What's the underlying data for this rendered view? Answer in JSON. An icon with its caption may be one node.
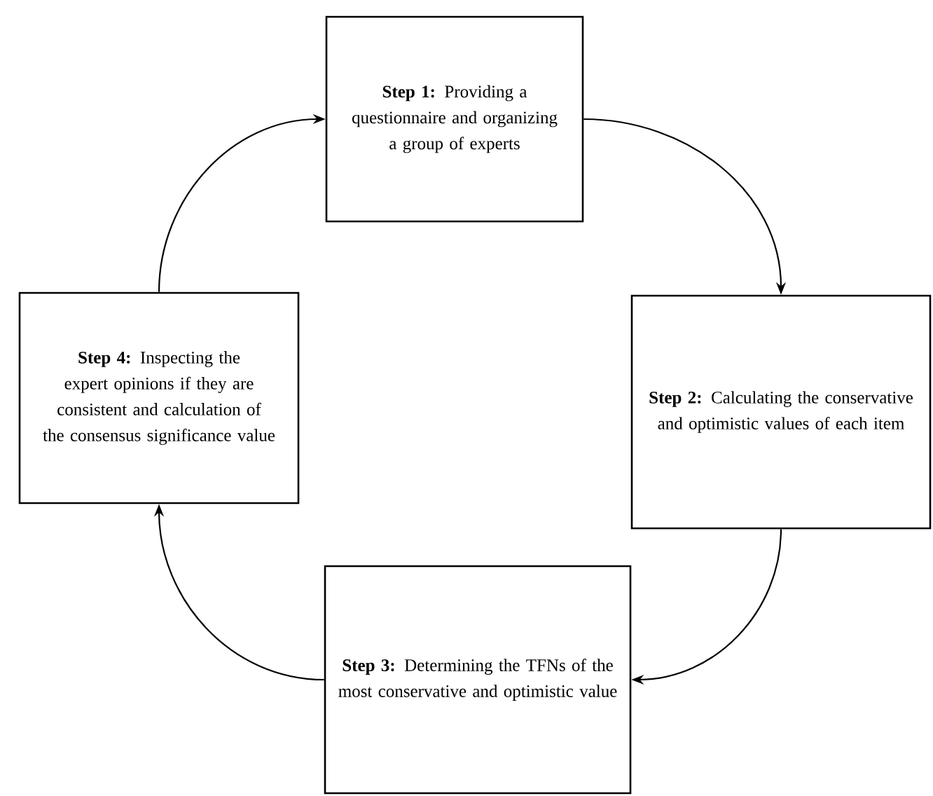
{
  "diagram": {
    "nodes": [
      {
        "text": [
          "**Step 1:** Providing a questionnaire and organizing a group of experts"
        ]
      },
      {
        "text": [
          "**Step 2:** Calculating the conservative and optimistic values of each item"
        ]
      },
      {
        "text": [
          "**Step 3:** Determining the TFNs of the most conservative and optimistic value"
        ]
      },
      {
        "text": [
          "**Step 4:** Inspecting the expert opinions if they are consistent and calculation of the consensus significance value"
        ]
      }
    ],
    "edges": [
      {
        "from": 0,
        "to": 1,
        "arrow": "to"
      },
      {
        "from": 1,
        "to": 2,
        "arrow": "to"
      },
      {
        "from": 2,
        "to": 3,
        "arrow": "to"
      },
      {
        "from": 3,
        "to": 0,
        "arrow": "to"
      }
    ]
  }
}
